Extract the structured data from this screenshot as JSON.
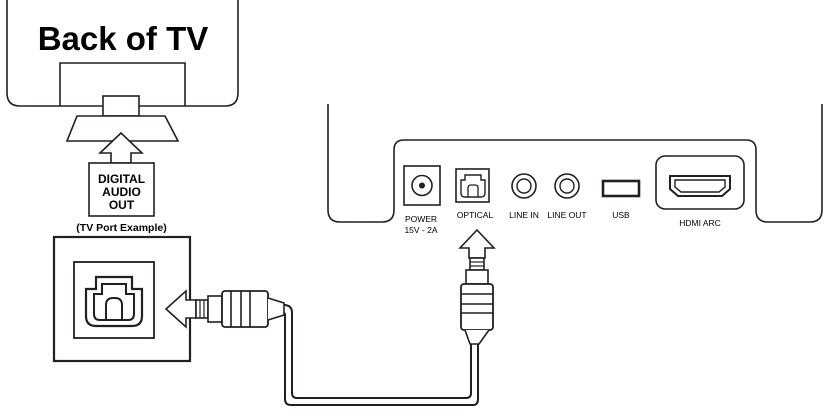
{
  "tv": {
    "title": "Back of TV",
    "port_label_lines": [
      "DIGITAL",
      "AUDIO",
      "OUT"
    ],
    "example_caption": "(TV Port Example)"
  },
  "soundbar": {
    "ports": {
      "power": "POWER",
      "power_spec": "15V - 2A",
      "optical": "OPTICAL",
      "line_in": "LINE IN",
      "line_out": "LINE OUT",
      "usb": "USB",
      "hdmi_arc": "HDMI ARC"
    }
  },
  "colors": {
    "line": "#231f20",
    "background": "#ffffff"
  }
}
